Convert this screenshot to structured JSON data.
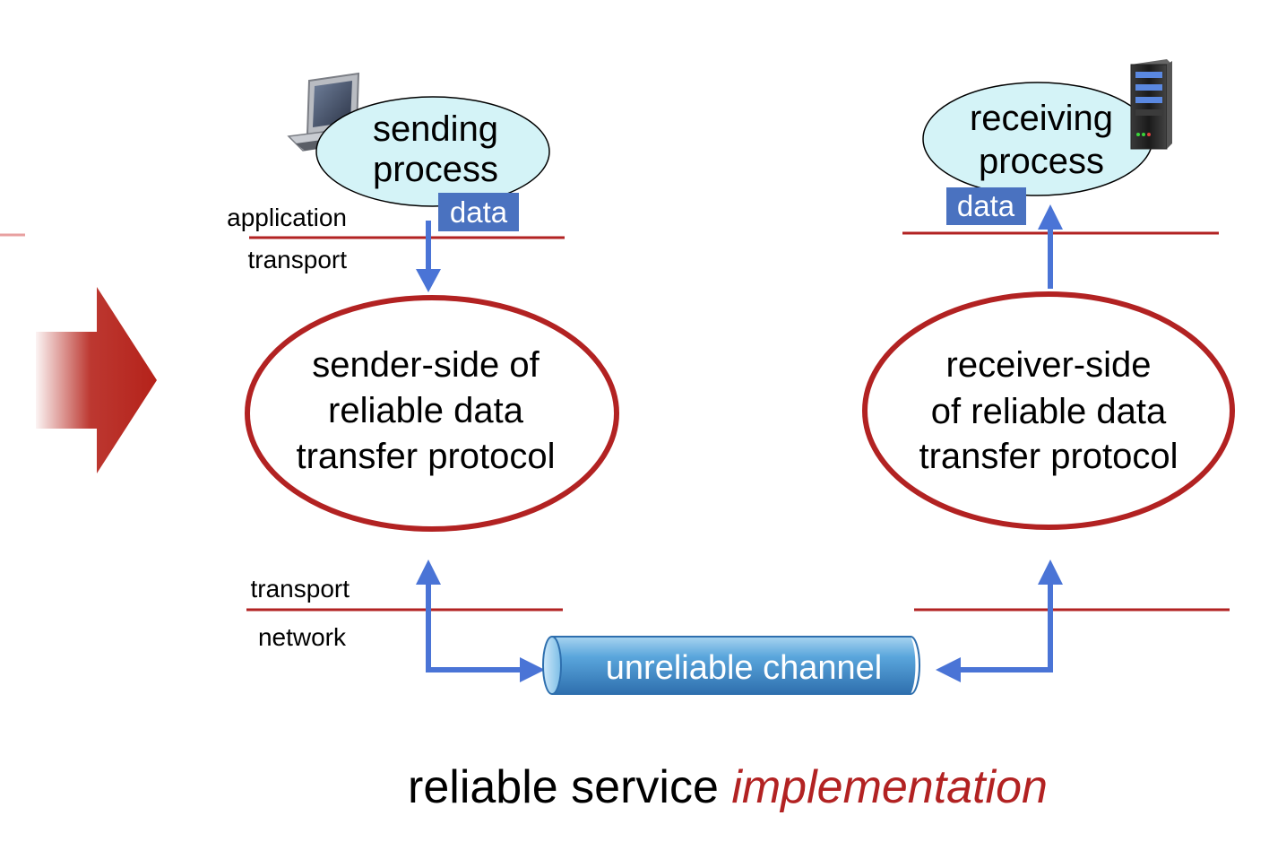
{
  "sender": {
    "process_line1": "sending",
    "process_line2": "process",
    "data_label": "data",
    "layer_application": "application",
    "layer_transport_top": "transport",
    "protocol_line1": "sender-side of",
    "protocol_line2": "reliable data",
    "protocol_line3": "transfer protocol",
    "layer_transport_bottom": "transport",
    "layer_network": "network",
    "host_icon": "desktop-computer-icon"
  },
  "receiver": {
    "process_line1": "receiving",
    "process_line2": "process",
    "data_label": "data",
    "protocol_line1": "receiver-side",
    "protocol_line2": "of reliable data",
    "protocol_line3": "transfer protocol",
    "host_icon": "server-tower-icon"
  },
  "channel": {
    "label": "unreliable channel"
  },
  "caption": {
    "main": "reliable service ",
    "emphasis": "implementation"
  },
  "colors": {
    "layer_line": "#b22222",
    "protocol_ellipse": "#b22222",
    "arrow": "#4a74d6",
    "data_box": "#4a72c0",
    "process_fill": "#d4f3f7",
    "emphasis": "#b22222",
    "big_arrow": "#b5221a"
  }
}
